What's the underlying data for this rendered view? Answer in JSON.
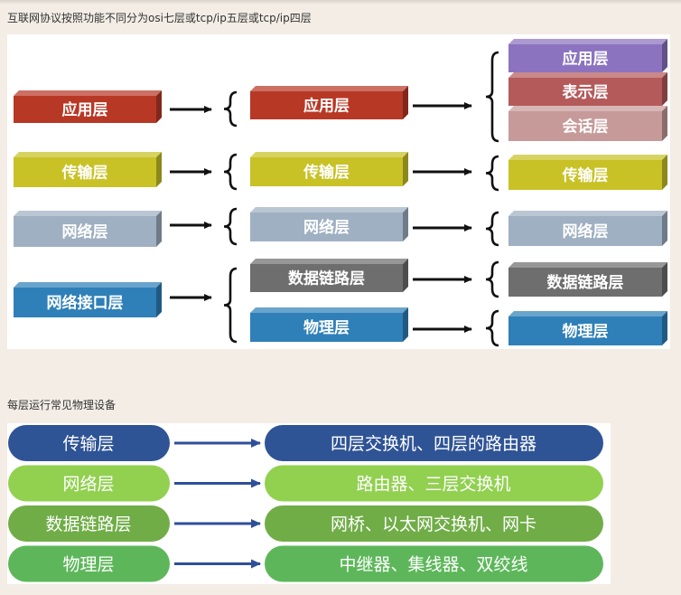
{
  "captions": {
    "osi_tcpip": "互联网协议按照功能不同分为osi七层或tcp/ip五层或tcp/ip四层",
    "devices": "每层运行常见物理设备"
  },
  "models": {
    "tcpip_four": [
      "应用层",
      "传输层",
      "网络层",
      "网络接口层"
    ],
    "tcpip_five": [
      "应用层",
      "传输层",
      "网络层",
      "数据链路层",
      "物理层"
    ],
    "osi_seven": [
      "应用层",
      "表示层",
      "会话层",
      "传输层",
      "网络层",
      "数据链路层",
      "物理层"
    ]
  },
  "colors": {
    "application": "#b83826",
    "presentation": "#b55a5a",
    "session": "#c79a9a",
    "osi_application": "#8b73c0",
    "transport": "#c8c226",
    "network": "#9fb0c2",
    "datalink": "#6e6e6e",
    "physical": "#2f80b8",
    "arrow": "#111111",
    "device_arrow": "#2f4f9a"
  },
  "devices": [
    {
      "layer": "传输层",
      "device": "四层交换机、四层的路由器",
      "color": "#2f5496"
    },
    {
      "layer": "网络层",
      "device": "路由器、三层交换机",
      "color": "#92d050"
    },
    {
      "layer": "数据链路层",
      "device": "网桥、以太网交换机、网卡",
      "color": "#70ad47"
    },
    {
      "layer": "物理层",
      "device": "中继器、集线器、双绞线",
      "color": "#5db75a"
    }
  ]
}
